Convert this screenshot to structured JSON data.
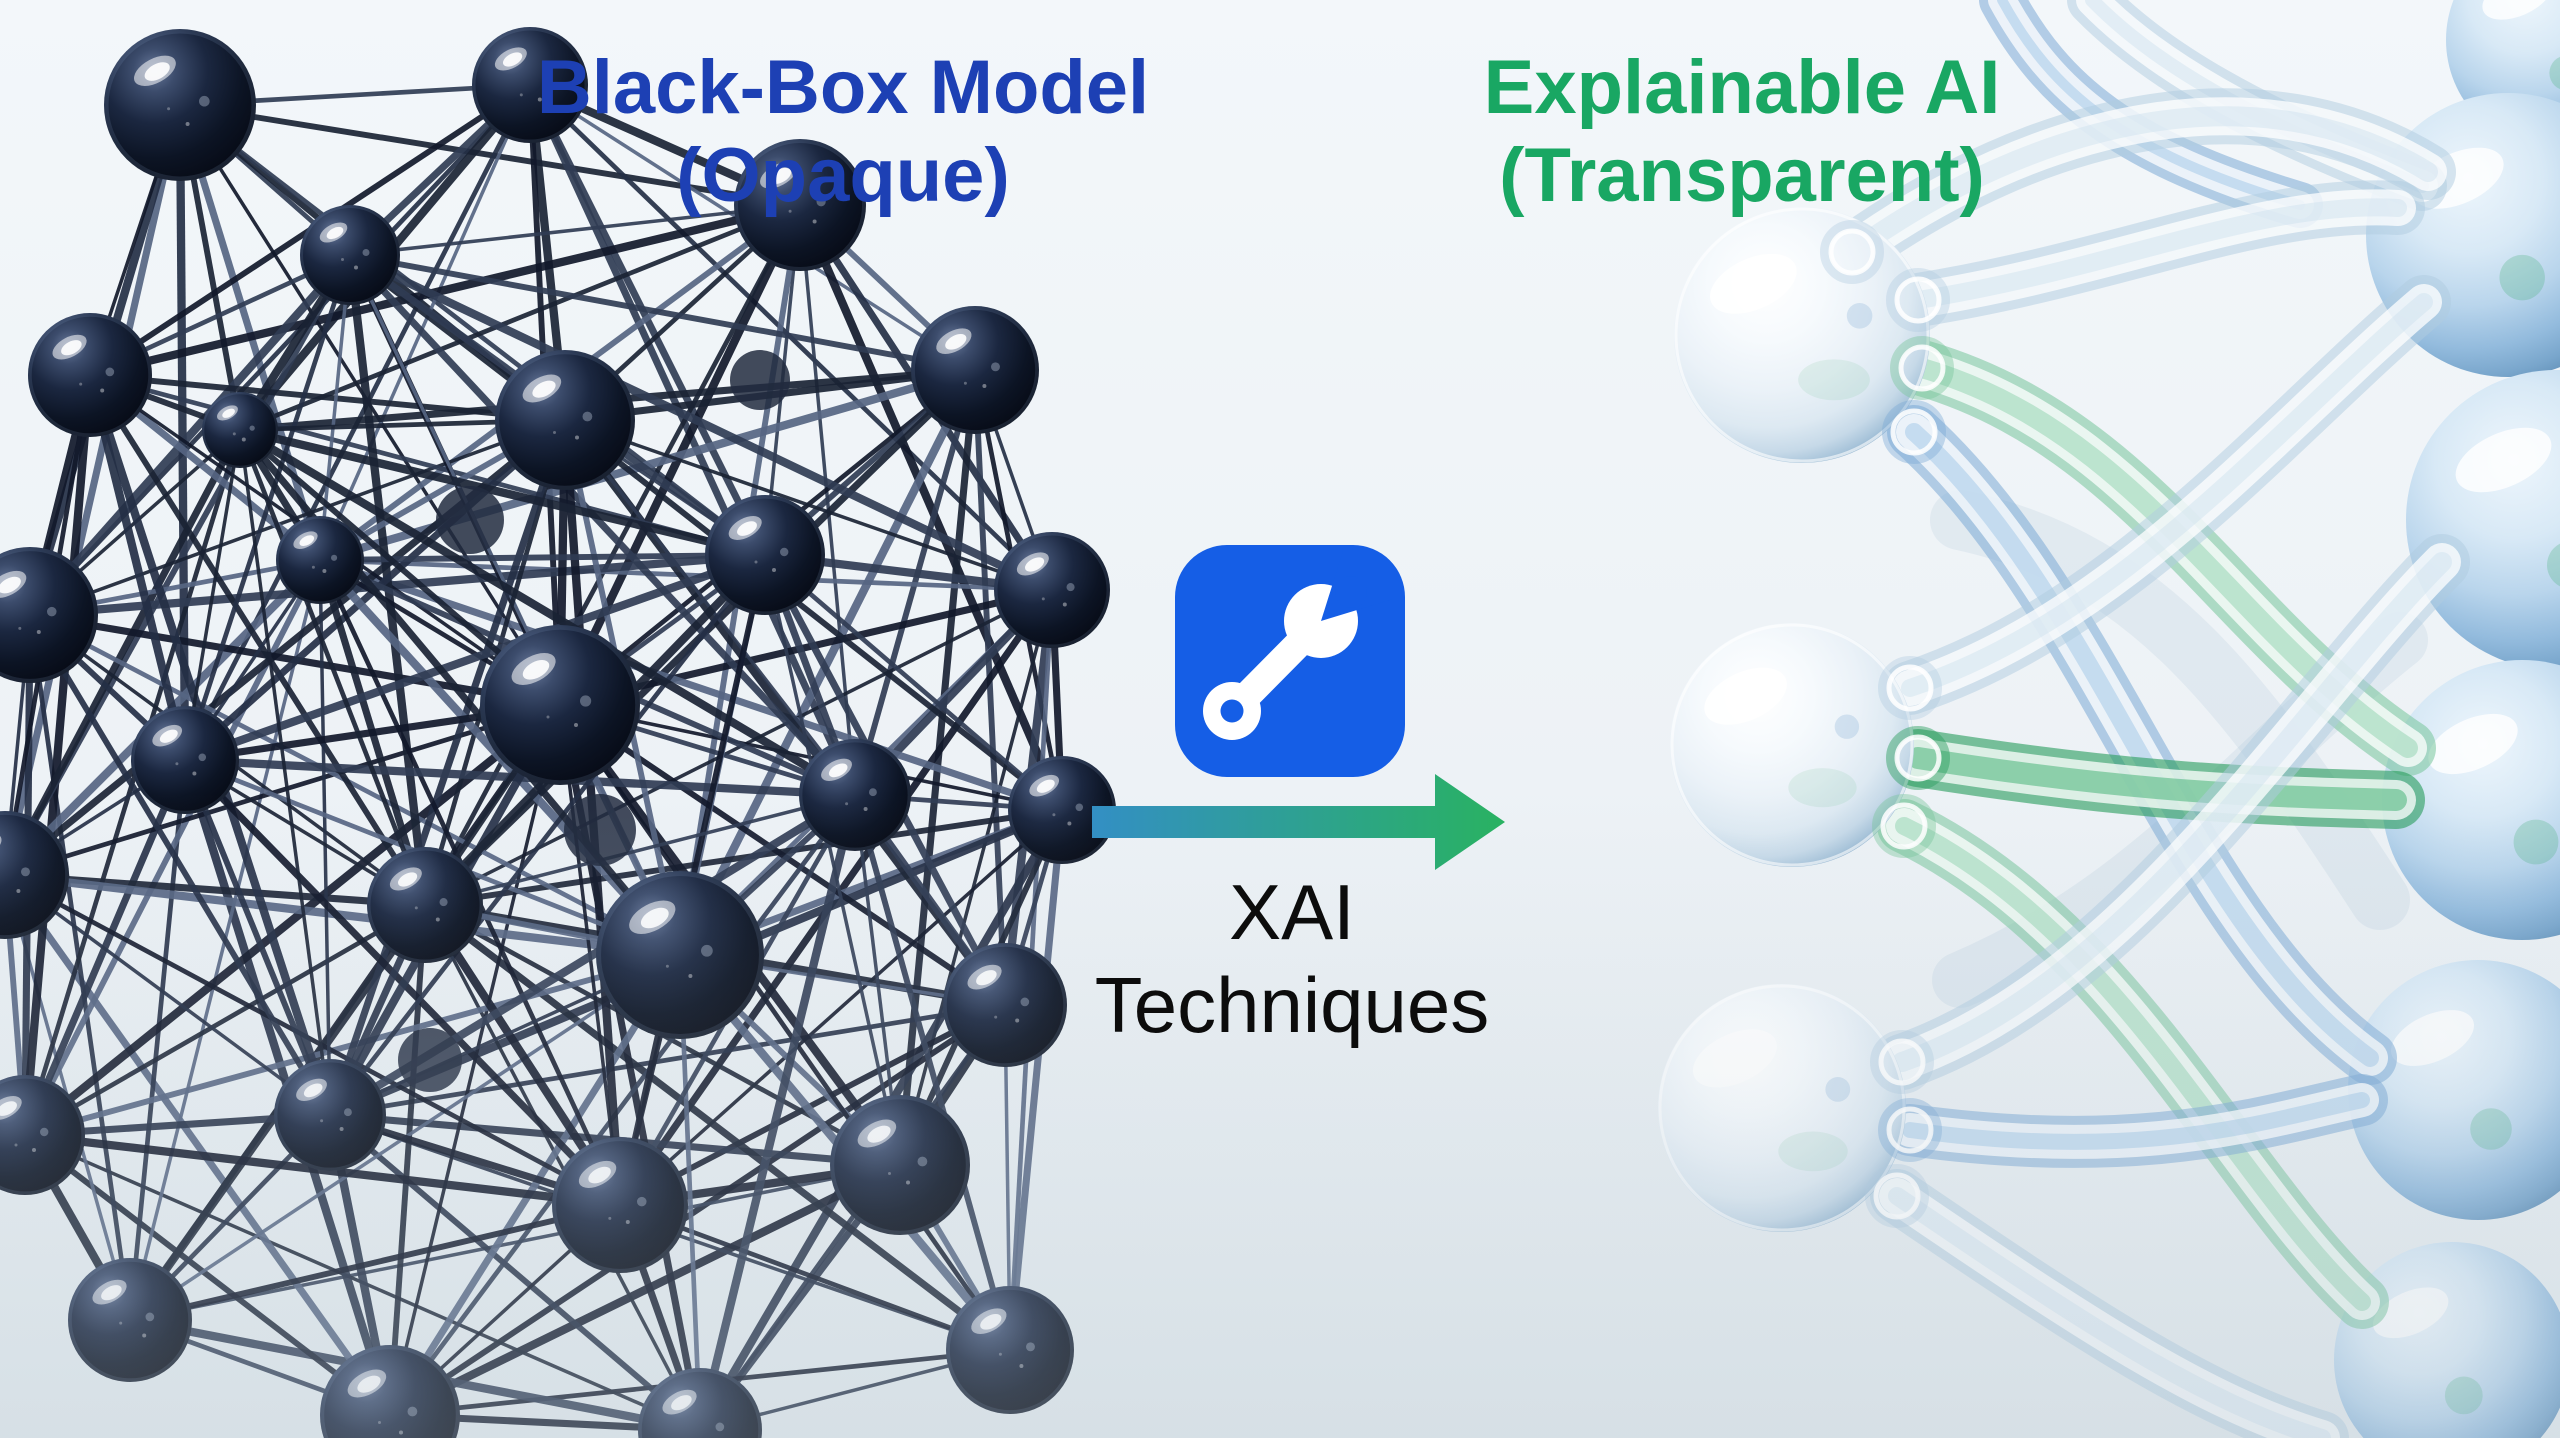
{
  "page": {
    "background_top": "#f3f7fa",
    "background_bottom": "#e4ebef"
  },
  "left_panel": {
    "title": "Black-Box Model",
    "subtitle": "(Opaque)",
    "title_color": "#1d40b4",
    "illustration": "dark-tangled-neural-network",
    "node_color": "#0d1526",
    "edge_color": "#1a2334"
  },
  "right_panel": {
    "title": "Explainable AI",
    "subtitle": "(Transparent)",
    "title_color": "#19a763",
    "illustration": "clear-glass-neural-network",
    "tube_green": "#2c9e60",
    "tube_blue": "#7caad6",
    "tube_clear": "#b0cbe0"
  },
  "center": {
    "icon": "wrench-icon",
    "icon_bg_color": "#155ee6",
    "icon_glyph_color": "#ffffff",
    "arrow_direction": "right",
    "arrow_gradient_start": "#338fc4",
    "arrow_gradient_end": "#29b261",
    "arrow_label_line1": "XAI",
    "arrow_label_line2": "Techniques",
    "arrow_label_color": "#0c0c0c"
  }
}
